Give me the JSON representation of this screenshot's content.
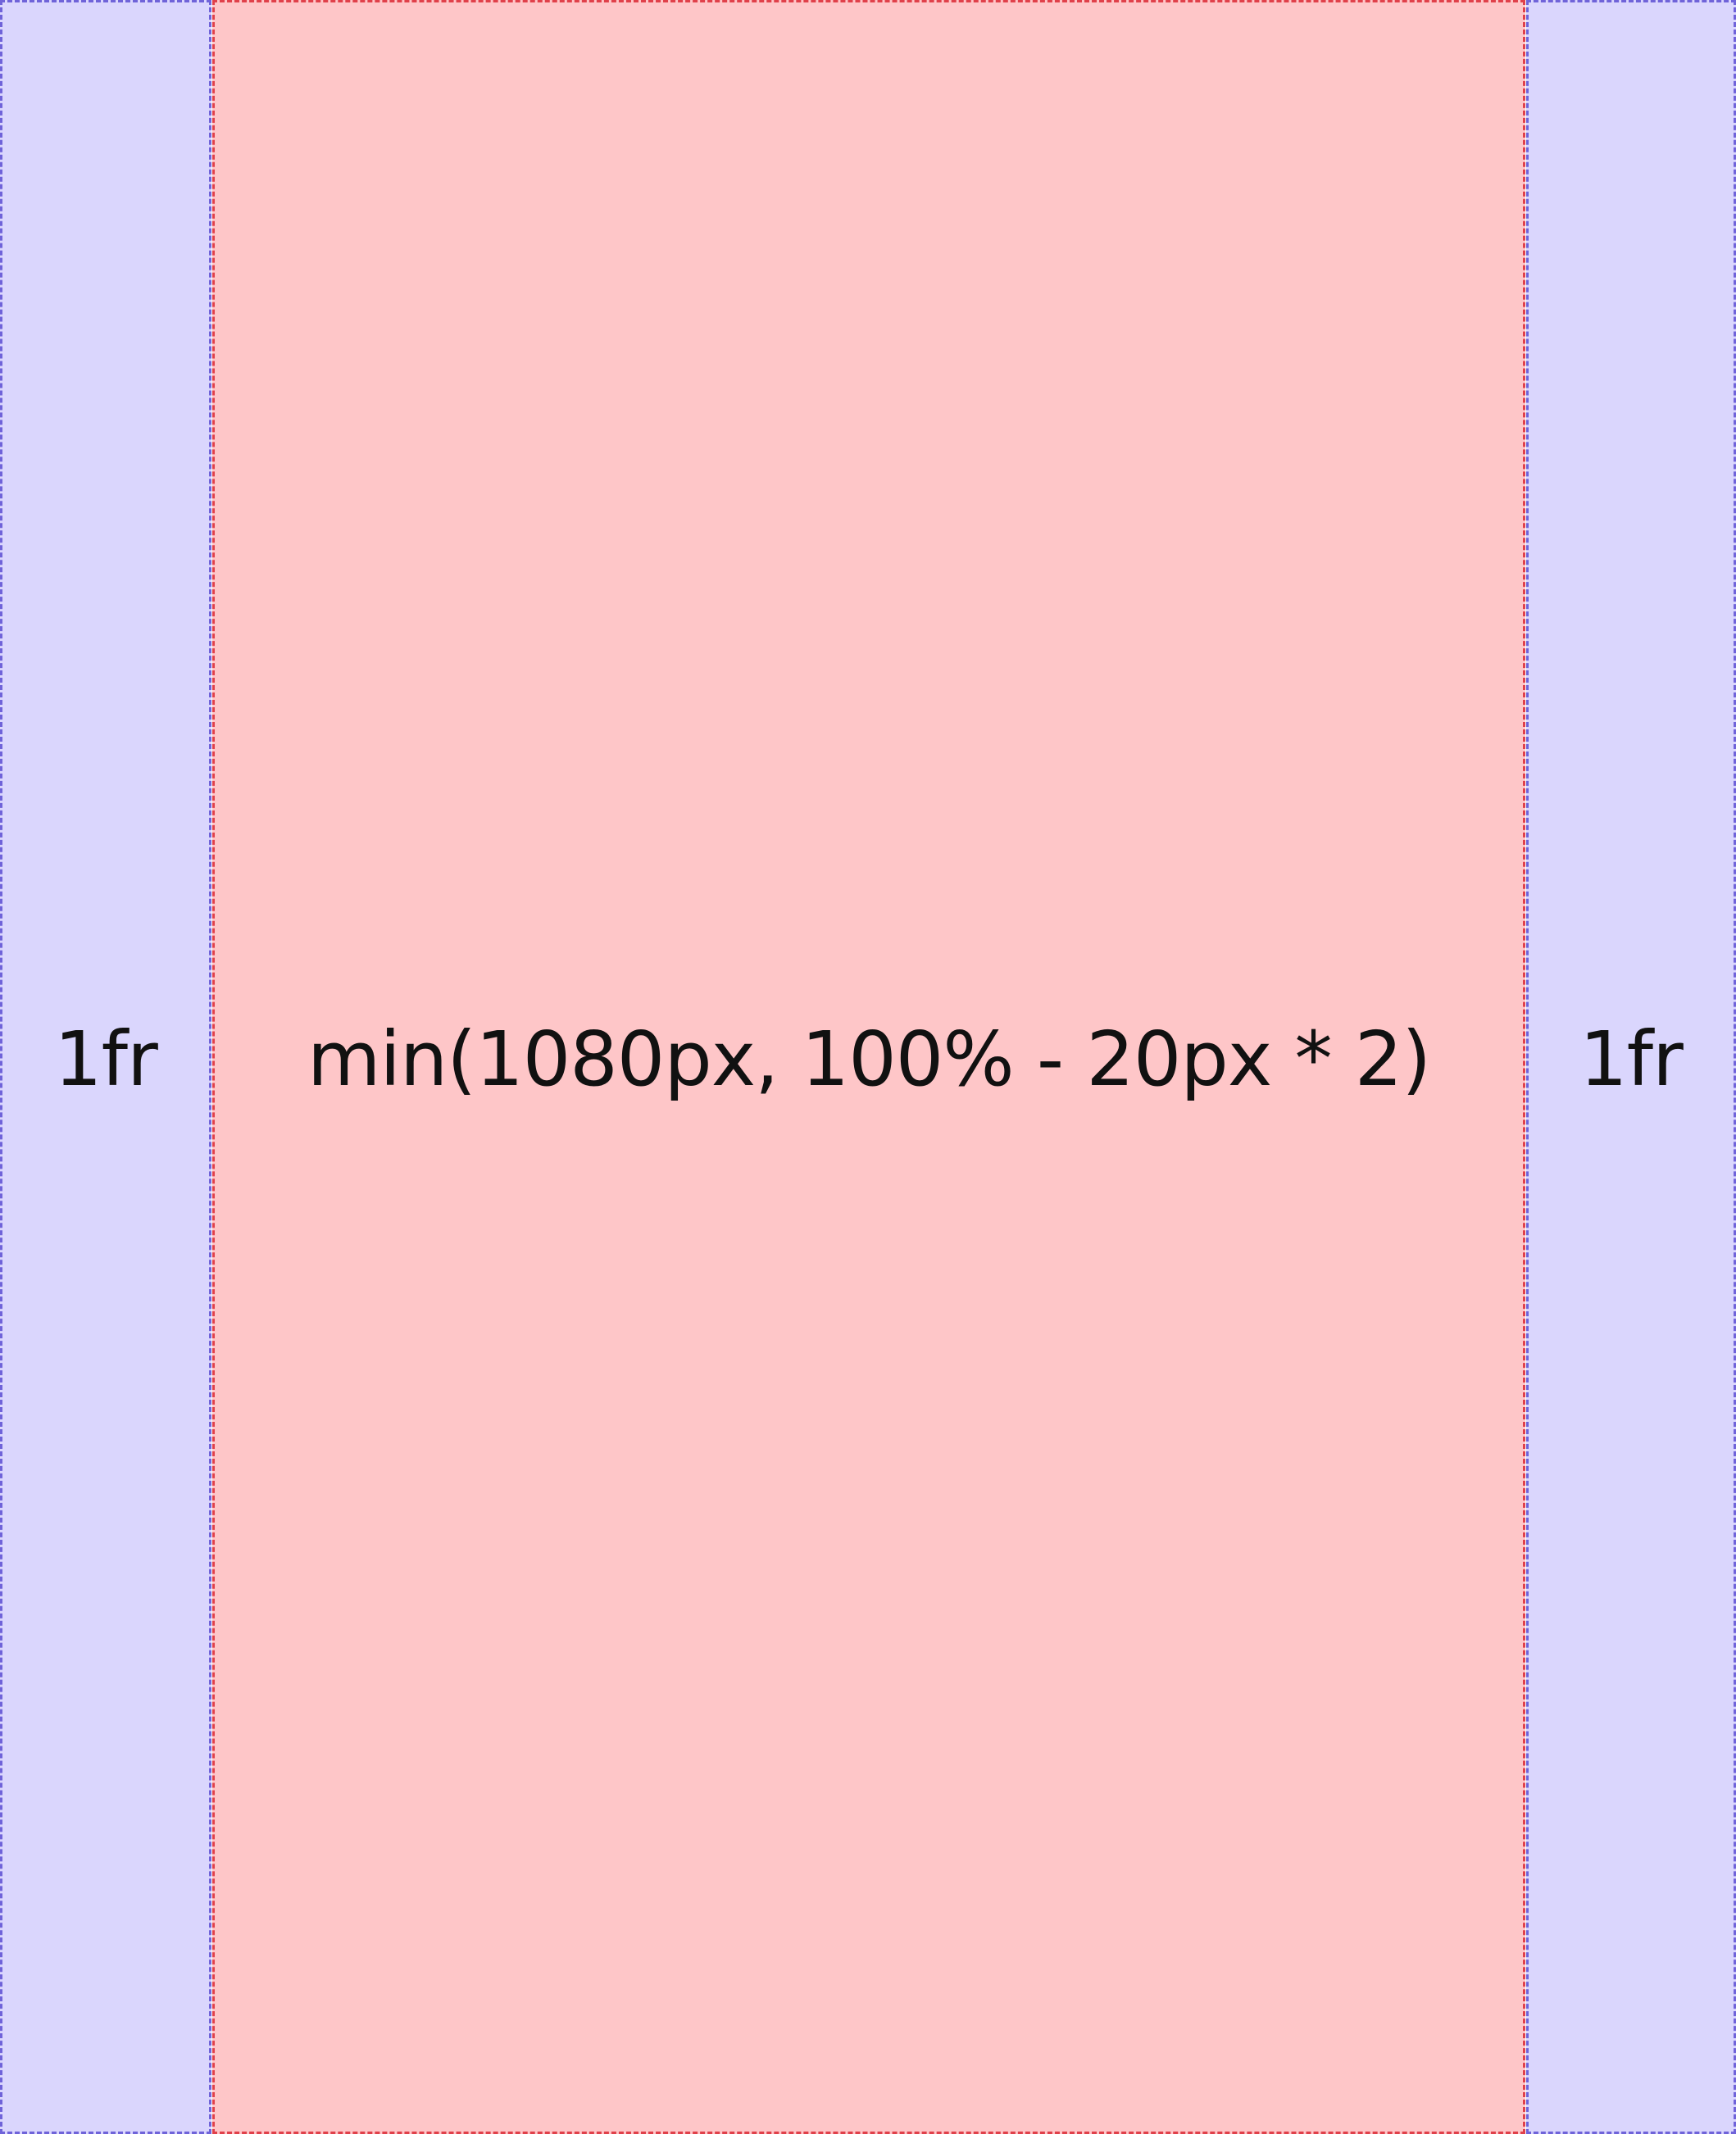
{
  "colors": {
    "side_fill": "#dad6fd",
    "side_border": "#6f63d9",
    "center_fill": "#fec6c8",
    "center_border": "#e0404a"
  },
  "columns": [
    {
      "label": "1fr"
    },
    {
      "label": "min(1080px, 100% - 20px * 2)"
    },
    {
      "label": "1fr"
    }
  ]
}
